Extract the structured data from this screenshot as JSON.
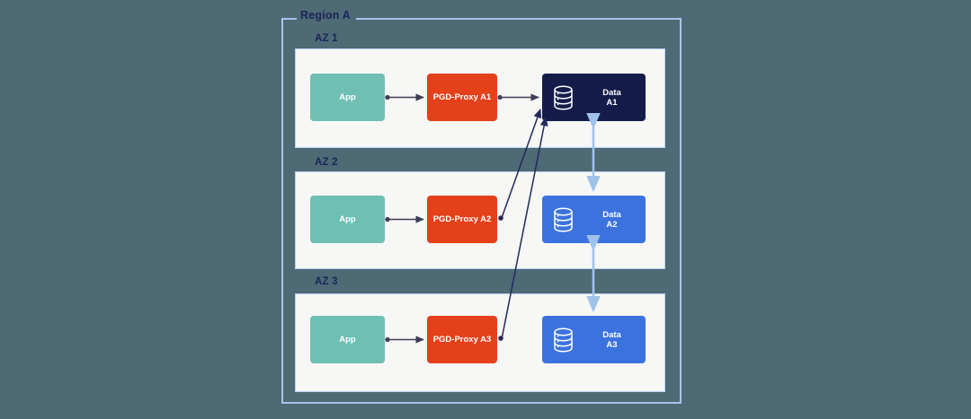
{
  "diagram": {
    "title": "Region A",
    "background_color": "#4d6a75",
    "zones": [
      {
        "label": "AZ 1",
        "app": {
          "label": "App",
          "color": "#6fbfb3"
        },
        "proxy": {
          "label": "PGD-Proxy A1",
          "color": "#e4401a"
        },
        "data": {
          "label_line1": "Data",
          "label_line2": "A1",
          "color": "#141d4a",
          "role": "primary",
          "icon": "database-icon"
        }
      },
      {
        "label": "AZ 2",
        "app": {
          "label": "App",
          "color": "#6fbfb3"
        },
        "proxy": {
          "label": "PGD-Proxy A2",
          "color": "#e4401a"
        },
        "data": {
          "label_line1": "Data",
          "label_line2": "A2",
          "color": "#3b72de",
          "role": "replica",
          "icon": "database-icon"
        }
      },
      {
        "label": "AZ 3",
        "app": {
          "label": "App",
          "color": "#6fbfb3"
        },
        "proxy": {
          "label": "PGD-Proxy A3",
          "color": "#e4401a"
        },
        "data": {
          "label_line1": "Data",
          "label_line2": "A3",
          "color": "#3b72de",
          "role": "replica",
          "icon": "database-icon"
        }
      }
    ],
    "connector_colors": {
      "app_to_proxy": "#3d3d56",
      "proxy_to_data": "#3d3d56",
      "cross_az_routing": "#232a5c",
      "replication": "#9fc2ea"
    }
  }
}
